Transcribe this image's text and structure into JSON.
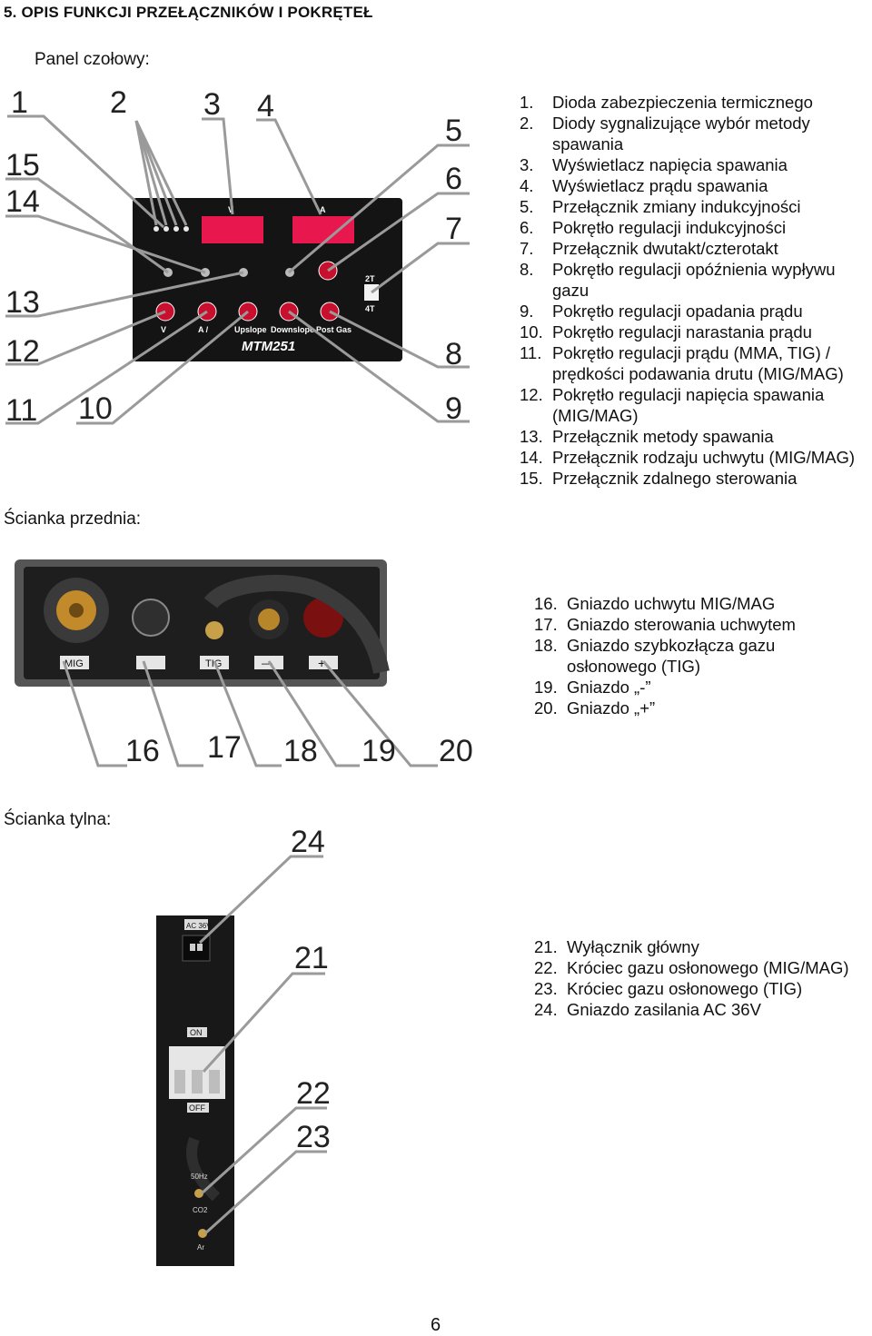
{
  "heading": "5. OPIS FUNKCJI PRZEŁĄCZNIKÓW I POKRĘTEŁ",
  "front_panel": {
    "section_label": "Panel czołowy:",
    "panel_labels": {
      "display_v": "V",
      "display_a": "A",
      "model": "MTM251",
      "v": "V",
      "a": "A /",
      "upslope": "Upslope",
      "downslope": "Downslope",
      "post_gas": "Post Gas",
      "mode_2t": "2T",
      "mode_4t": "4T"
    },
    "callouts": [
      "1",
      "2",
      "3",
      "4",
      "5",
      "6",
      "7",
      "8",
      "9",
      "10",
      "11",
      "12",
      "13",
      "14",
      "15"
    ],
    "items": [
      {
        "num": "1.",
        "text": "Dioda zabezpieczenia termicznego"
      },
      {
        "num": "2.",
        "text": "Diody sygnalizujące wybór metody spawania"
      },
      {
        "num": "3.",
        "text": "Wyświetlacz napięcia spawania"
      },
      {
        "num": "4.",
        "text": "Wyświetlacz prądu spawania"
      },
      {
        "num": "5.",
        "text": "Przełącznik zmiany indukcyjności"
      },
      {
        "num": "6.",
        "text": "Pokrętło regulacji indukcyjności"
      },
      {
        "num": "7.",
        "text": "Przełącznik dwutakt/czterotakt"
      },
      {
        "num": "8.",
        "text": "Pokrętło regulacji opóźnienia wypływu gazu"
      },
      {
        "num": "9.",
        "text": "Pokrętło regulacji opadania prądu"
      },
      {
        "num": "10.",
        "text": "Pokrętło regulacji narastania prądu"
      },
      {
        "num": "11.",
        "text": "Pokrętło regulacji prądu (MMA, TIG) / prędkości podawania drutu (MIG/MAG)"
      },
      {
        "num": "12.",
        "text": "Pokrętło regulacji napięcia spawania (MIG/MAG)"
      },
      {
        "num": "13.",
        "text": "Przełącznik metody spawania"
      },
      {
        "num": "14.",
        "text": "Przełącznik rodzaju uchwytu (MIG/MAG)"
      },
      {
        "num": "15.",
        "text": "Przełącznik zdalnego sterowania"
      }
    ]
  },
  "front_wall": {
    "section_label": "Ścianka przednia:",
    "socket_labels": [
      "MIG",
      "",
      "TIG",
      "—",
      "+"
    ],
    "callouts": [
      "16",
      "17",
      "18",
      "19",
      "20"
    ],
    "items": [
      {
        "num": "16.",
        "text": "Gniazdo uchwytu MIG/MAG"
      },
      {
        "num": "17.",
        "text": "Gniazdo sterowania uchwytem"
      },
      {
        "num": "18.",
        "text": "Gniazdo szybkozłącza gazu osłonowego (TIG)"
      },
      {
        "num": "19.",
        "text": "Gniazdo „-”"
      },
      {
        "num": "20.",
        "text": "Gniazdo „+”"
      }
    ]
  },
  "back_wall": {
    "section_label": "Ścianka tylna:",
    "panel_labels": {
      "ac": "AC 36V",
      "on": "ON",
      "off": "OFF",
      "hz": "50Hz",
      "co2": "CO2",
      "ar": "Ar"
    },
    "callouts": [
      "24",
      "21",
      "22",
      "23"
    ],
    "items": [
      {
        "num": "21.",
        "text": "Wyłącznik główny"
      },
      {
        "num": "22.",
        "text": "Króciec gazu osłonowego (MIG/MAG)"
      },
      {
        "num": "23.",
        "text": "Króciec gazu osłonowego (TIG)"
      },
      {
        "num": "24.",
        "text": "Gniazdo zasilania AC 36V"
      }
    ]
  },
  "page_number": "6",
  "colors": {
    "panel": "#141414",
    "display": "#e8174d",
    "knob": "#c8102e",
    "leader": "#9a9a9a"
  }
}
